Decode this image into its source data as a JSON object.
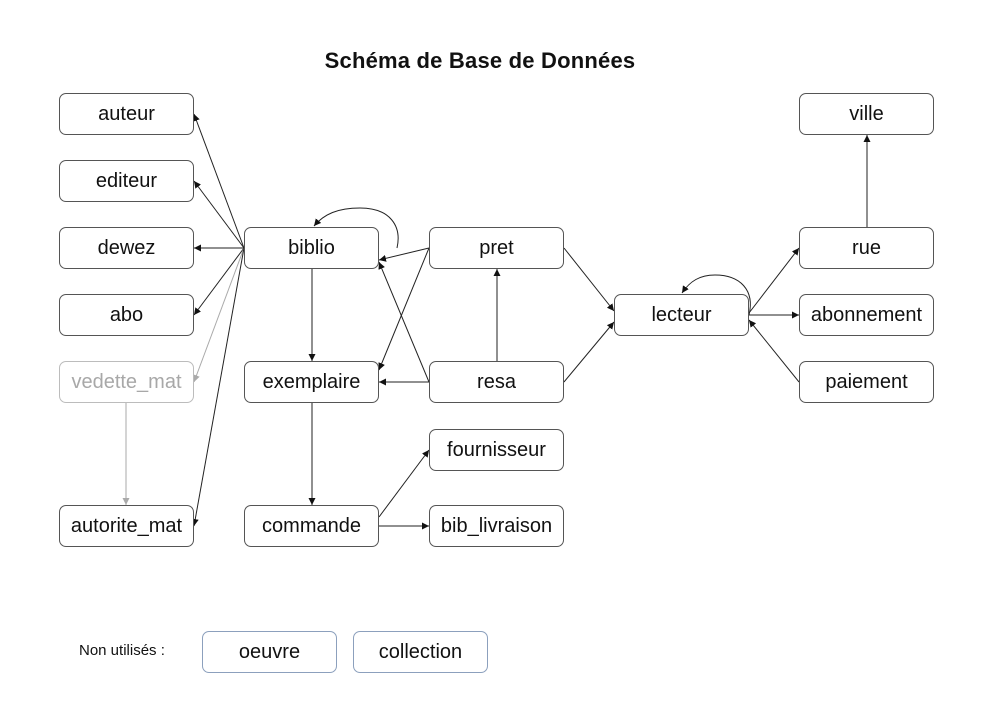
{
  "title": "Schéma de Base de Données",
  "tables": {
    "auteur": "auteur",
    "editeur": "editeur",
    "dewez": "dewez",
    "abo": "abo",
    "vedette_mat": "vedette_mat",
    "autorite_mat": "autorite_mat",
    "biblio": "biblio",
    "exemplaire": "exemplaire",
    "commande": "commande",
    "pret": "pret",
    "resa": "resa",
    "fournisseur": "fournisseur",
    "bib_livraison": "bib_livraison",
    "lecteur": "lecteur",
    "ville": "ville",
    "rue": "rue",
    "abonnement": "abonnement",
    "paiement": "paiement"
  },
  "unused": {
    "label": "Non utilisés :",
    "oeuvre": "oeuvre",
    "collection": "collection"
  },
  "colors": {
    "edge": "#222222",
    "faded": "#aaaaaa",
    "unused_border": "#8ca0bd"
  }
}
